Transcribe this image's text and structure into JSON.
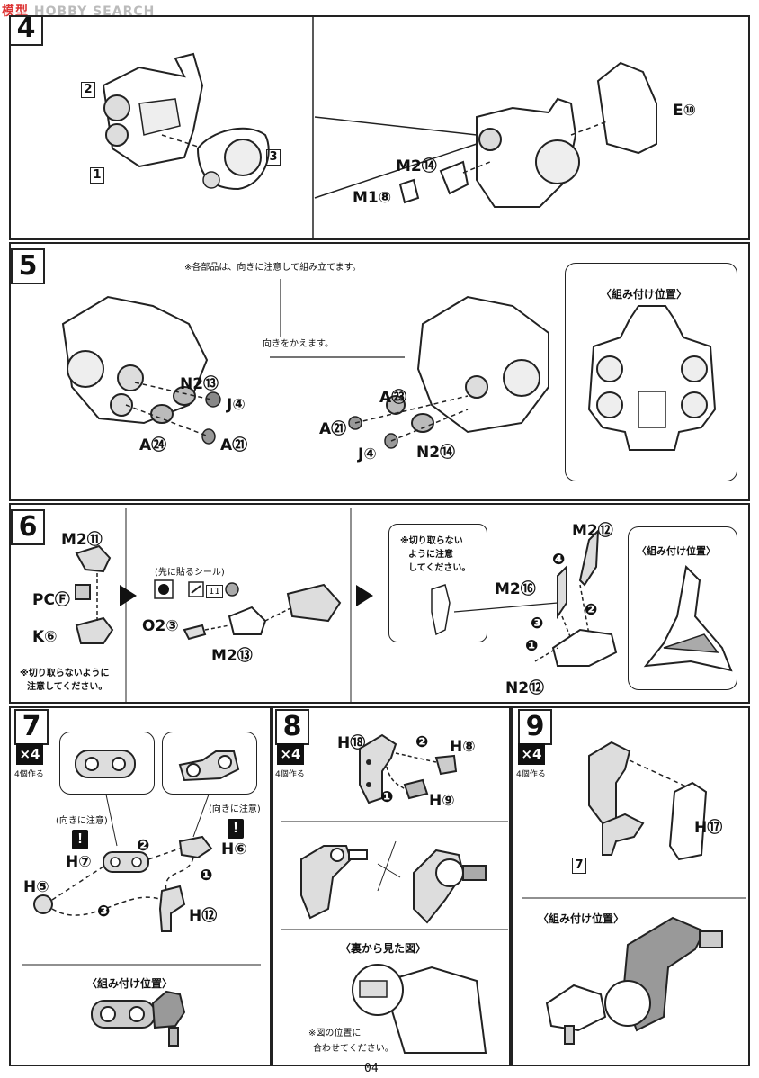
{
  "watermark": "HOBBY SEARCH",
  "watermark_logo": "模型",
  "page_number": "04",
  "steps": {
    "s4": {
      "num": "4",
      "labels": {
        "l2": "2",
        "l1": "1",
        "l3": "3",
        "e10": "E⑩",
        "m214": "M2⑭",
        "m18": "M1⑧"
      }
    },
    "s5": {
      "num": "5",
      "note_top": "※各部品は、向きに注意して組み立てます。",
      "note_turn": "向きをかえます。",
      "position_header": "〈組み付け位置〉",
      "labels_left": {
        "n213": "N2⑬",
        "j4": "J④",
        "a24": "A㉔",
        "a21": "A㉑"
      },
      "labels_right": {
        "a23": "A㉓",
        "a21": "A㉑",
        "j4": "J④",
        "n214": "N2⑭"
      }
    },
    "s6": {
      "num": "6",
      "labels_a": {
        "m211": "M2⑪",
        "pcf": "PCⒻ",
        "k6": "K⑥"
      },
      "note_a": [
        "※切り取らないように",
        "注意してください。"
      ],
      "sticker_header": "(先に貼るシール)",
      "sticker_num": "11",
      "labels_b": {
        "o23": "O2③",
        "m213": "M2⑬"
      },
      "note_c": [
        "※切り取らない",
        "ように注意",
        "してください。"
      ],
      "labels_c": {
        "m212": "M2⑫",
        "m216": "M2⑯",
        "n212": "N2⑫"
      },
      "position_header": "〈組み付け位置〉"
    },
    "s7": {
      "num": "7",
      "x4": "×4",
      "make4": "4個作る",
      "caution": "(向きに注意)",
      "labels": {
        "h7": "H⑦",
        "h6": "H⑥",
        "h5": "H⑤",
        "h12": "H⑫"
      },
      "position_header": "〈組み付け位置〉"
    },
    "s8": {
      "num": "8",
      "x4": "×4",
      "make4": "4個作る",
      "labels": {
        "h18": "H⑱",
        "h8": "H⑧",
        "h9": "H⑨"
      },
      "back_header": "〈裏から見た図〉",
      "note": [
        "※図の位置に",
        "合わせてください。"
      ]
    },
    "s9": {
      "num": "9",
      "x4": "×4",
      "make4": "4個作る",
      "labels": {
        "h17": "H⑰",
        "ref7": "7"
      },
      "position_header": "〈組み付け位置〉"
    }
  },
  "steps_markers": [
    "❶",
    "❷",
    "❸",
    "❹"
  ]
}
